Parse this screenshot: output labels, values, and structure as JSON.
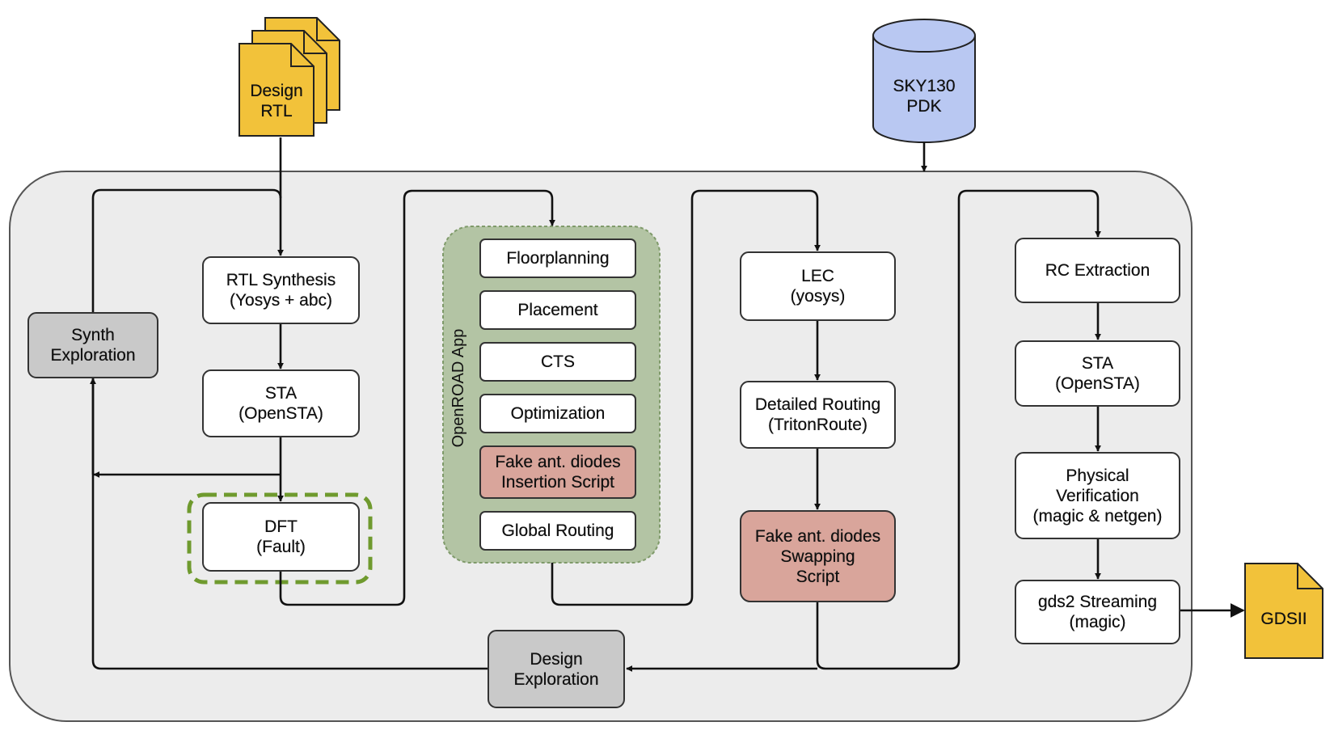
{
  "inputs": {
    "design_rtl": "Design\nRTL",
    "pdk": "SKY130\nPDK"
  },
  "output": {
    "gdsii": "GDSII"
  },
  "flow": {
    "rtl_synthesis": "RTL Synthesis\n(Yosys + abc)",
    "sta_opensta_1": "STA\n(OpenSTA)",
    "dft": "DFT\n(Fault)",
    "synth_exploration": "Synth\nExploration",
    "openroad_group_label": "OpenROAD App",
    "floorplanning": "Floorplanning",
    "placement": "Placement",
    "cts": "CTS",
    "optimization": "Optimization",
    "fake_diodes_insertion": "Fake ant. diodes\nInsertion Script",
    "global_routing": "Global Routing",
    "lec": "LEC\n(yosys)",
    "detailed_routing": "Detailed Routing\n(TritonRoute)",
    "fake_diodes_swapping": "Fake ant. diodes\nSwapping\nScript",
    "design_exploration": "Design\nExploration",
    "rc_extraction": "RC Extraction",
    "sta_opensta_2": "STA\n(OpenSTA)",
    "physical_verification": "Physical\nVerification\n(magic & netgen)",
    "gds2_streaming": "gds2 Streaming\n(magic)"
  },
  "colors": {
    "container_fill": "#ececec",
    "box_fill": "#ffffff",
    "gray_box_fill": "#c9c9c9",
    "red_box_fill": "#d9a59b",
    "openroad_fill": "#b3c4a4",
    "openroad_border": "#7f9a6a",
    "dft_highlight": "#6f9a2e",
    "document_fill": "#f2c23a",
    "pdk_fill": "#b9c8f2",
    "line": "#111111"
  }
}
